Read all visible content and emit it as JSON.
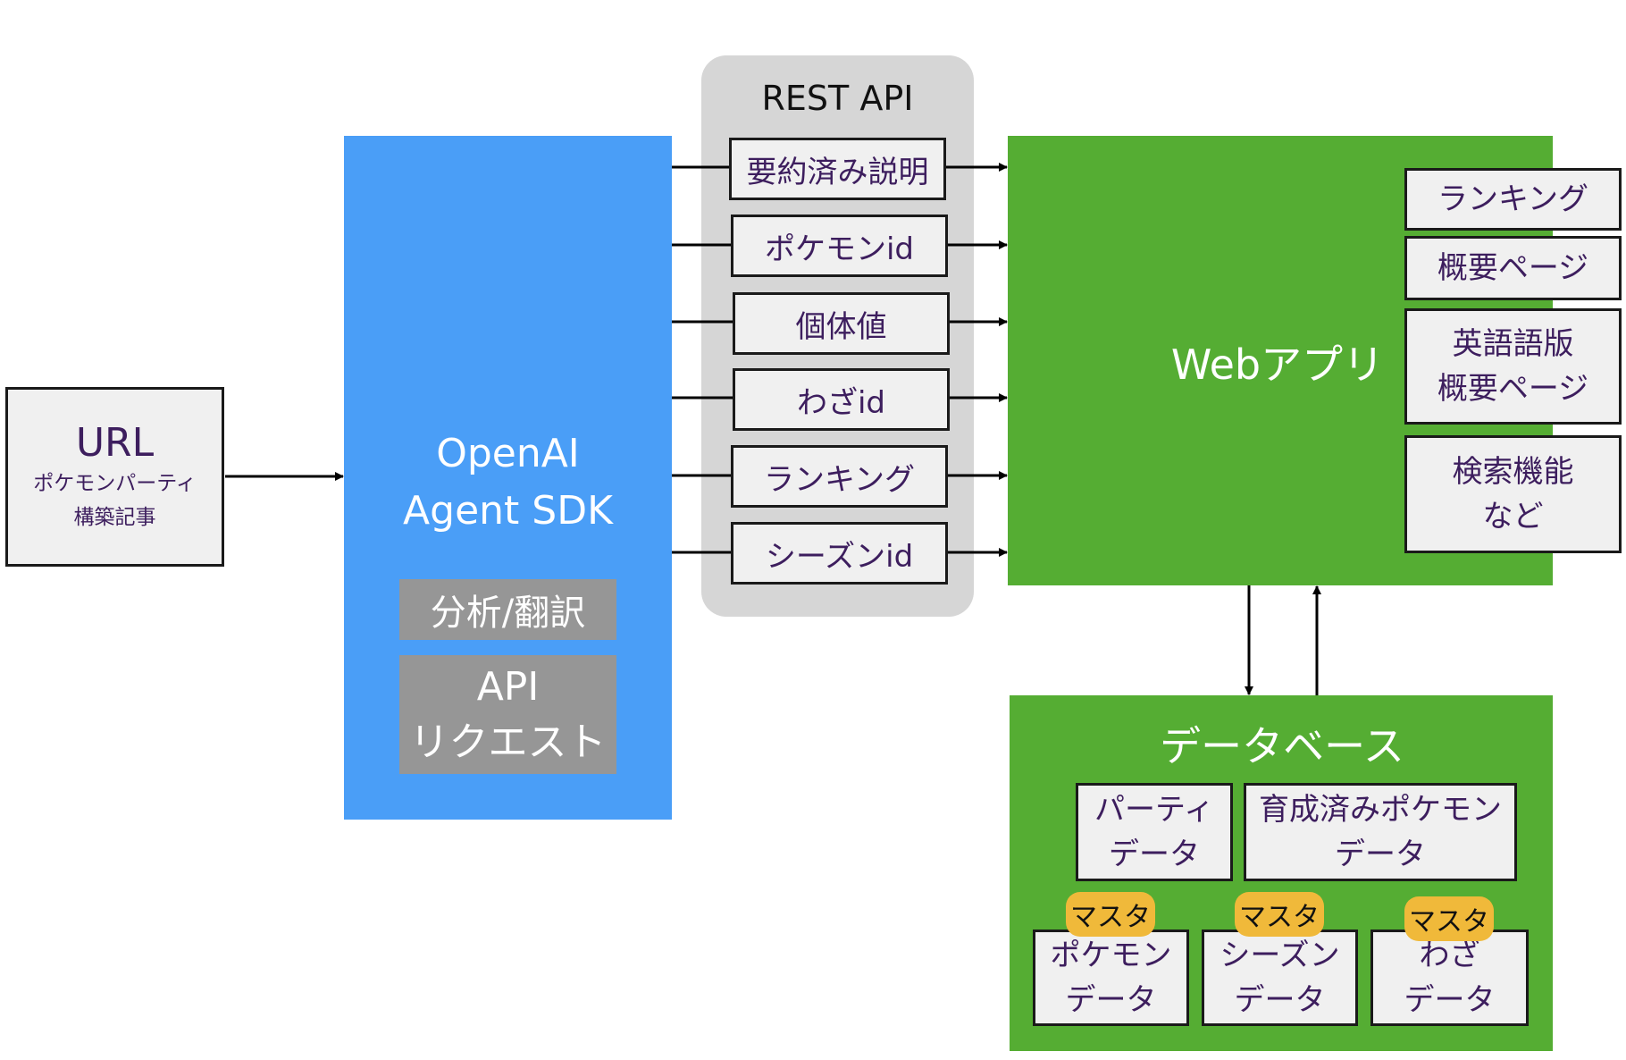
{
  "url_box": {
    "title": "URL",
    "line1": "ポケモンパーティ",
    "line2": "構築記事"
  },
  "sdk": {
    "title_line1": "OpenAI",
    "title_line2": "Agent SDK",
    "analysis": "分析/翻訳",
    "api_request_line1": "API",
    "api_request_line2": "リクエスト"
  },
  "rest_api": {
    "title": "REST API",
    "items": [
      "要約済み説明",
      "ポケモンid",
      "個体値",
      "わざid",
      "ランキング",
      "シーズンid"
    ]
  },
  "webapp": {
    "title": "Webアプリ",
    "features": [
      {
        "line1": "ランキング"
      },
      {
        "line1": "概要ページ"
      },
      {
        "line1": "英語語版",
        "line2": "概要ページ"
      },
      {
        "line1": "検索機能",
        "line2": "など"
      }
    ]
  },
  "database": {
    "title": "データベース",
    "party": {
      "line1": "パーティ",
      "line2": "データ"
    },
    "trained": {
      "line1": "育成済みポケモン",
      "line2": "データ"
    },
    "masters": [
      {
        "badge": "マスタ",
        "line1": "ポケモン",
        "line2": "データ"
      },
      {
        "badge": "マスタ",
        "line1": "シーズン",
        "line2": "データ"
      },
      {
        "badge": "マスタ",
        "line1": "わざ",
        "line2": "データ"
      }
    ]
  },
  "colors": {
    "sdk_blue": "#4a9ef7",
    "green": "#55ad33",
    "rest_panel": "#d6d6d6",
    "grey_box": "#969696",
    "badge": "#f0b93a",
    "box_text": "#3d1e5e"
  }
}
